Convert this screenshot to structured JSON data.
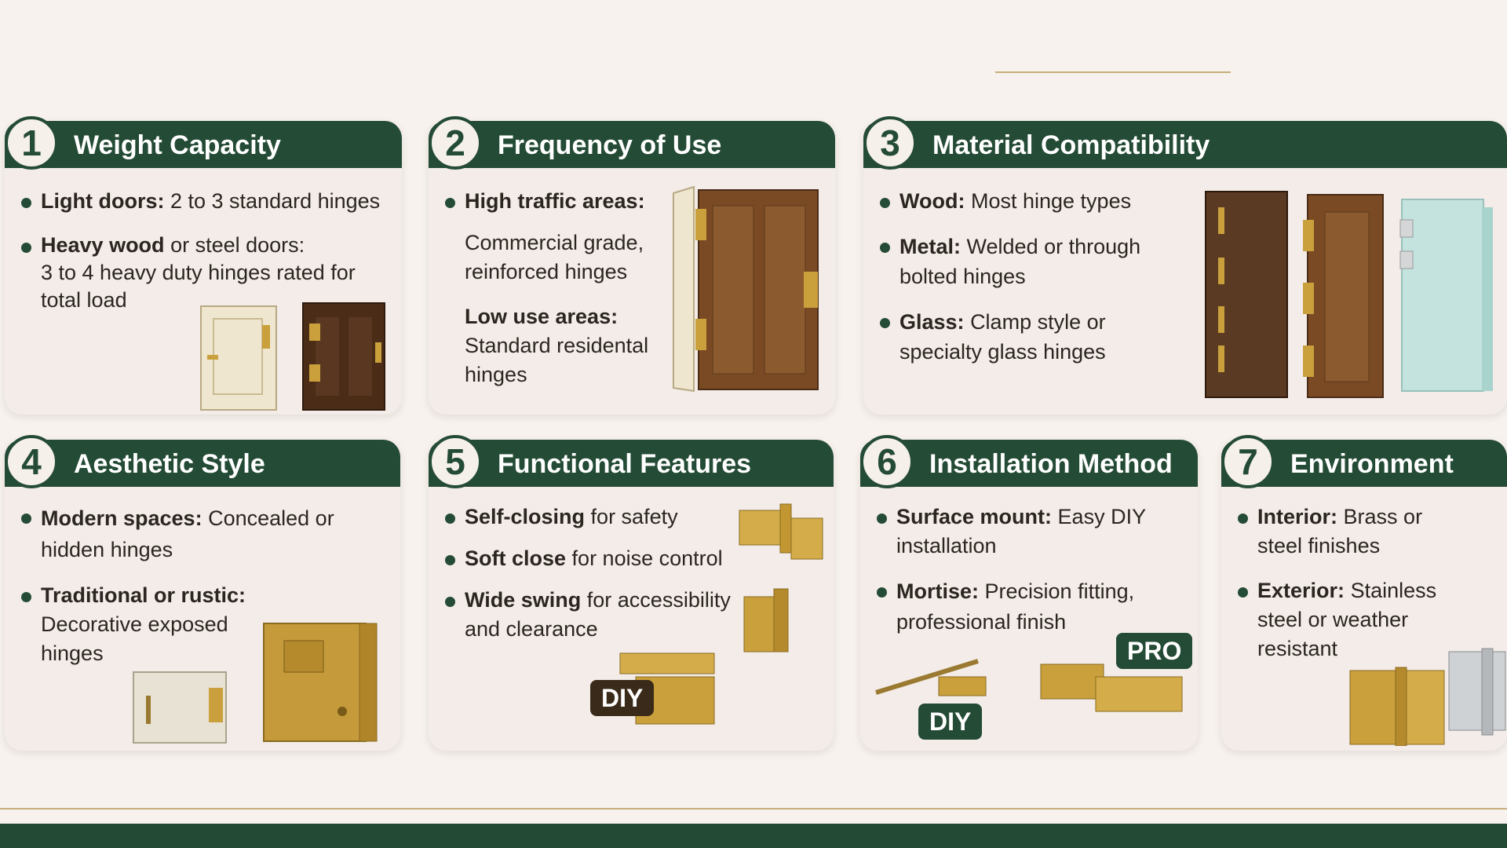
{
  "cards": [
    {
      "num": "1",
      "title": "Weight Capacity",
      "items": [
        {
          "term": "Light doors:",
          "text": "2 to 3 standard hinges"
        },
        {
          "term": "Heavy wood",
          "text": "or steel doors:",
          "sub": "3 to 4 heavy duty hinges rated for total load"
        }
      ]
    },
    {
      "num": "2",
      "title": "Frequency of Use",
      "items": [
        {
          "term": "High traffic areas:",
          "text": "",
          "sub": "Commercial grade, reinforced hinges"
        },
        {
          "term": "Low use areas:",
          "text": "",
          "sub": "Standard residental hinges"
        }
      ]
    },
    {
      "num": "3",
      "title": "Material Compatibility",
      "items": [
        {
          "term": "Wood:",
          "text": "Most hinge types"
        },
        {
          "term": "Metal:",
          "text": "Welded or through bolted hinges"
        },
        {
          "term": "Glass:",
          "text": "Clamp style or specialty glass hinges"
        }
      ]
    },
    {
      "num": "4",
      "title": "Aesthetic Style",
      "items": [
        {
          "term": "Modern spaces:",
          "text": "Concealed or hidden hinges"
        },
        {
          "term": "Traditional or rustic:",
          "text": "",
          "sub": "Decorative exposed hinges"
        }
      ]
    },
    {
      "num": "5",
      "title": "Functional Features",
      "items": [
        {
          "term": "Self-closing",
          "text": "for safety"
        },
        {
          "term": "Soft close",
          "text": "for noise control"
        },
        {
          "term": "Wide swing",
          "text": "for accessibility and clearance"
        }
      ],
      "tag": "DIY"
    },
    {
      "num": "6",
      "title": "Installation Method",
      "items": [
        {
          "term": "Surface mount:",
          "text": "Easy DIY installation"
        },
        {
          "term": "Mortise:",
          "text": "Precision fitting, professional finish"
        }
      ],
      "tag": "DIY",
      "tag2": "PRO"
    },
    {
      "num": "7",
      "title": "Environment",
      "items": [
        {
          "term": "Interior:",
          "text": "Brass or steel finishes"
        },
        {
          "term": "Exterior:",
          "text": "Stainless steel or weather resistant"
        }
      ]
    }
  ],
  "colors": {
    "header": "#244b35",
    "brass": "#c9a03c",
    "wood": "#7a4a24",
    "cream": "#efe6cf",
    "accent_rule": "#c8ad7a"
  }
}
